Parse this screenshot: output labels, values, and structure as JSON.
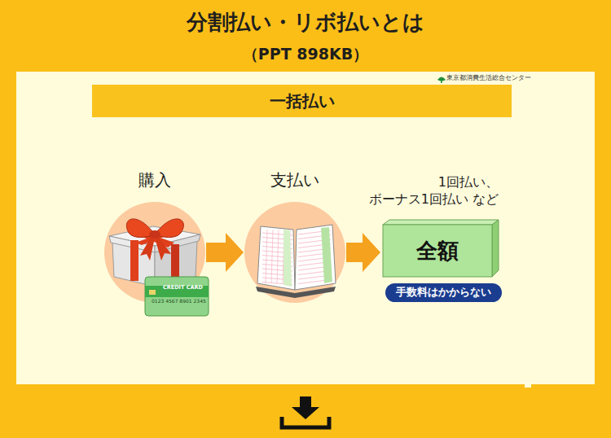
{
  "diagram": {
    "title": "分割払い・リボ払いとは",
    "nodes": [
      {
        "text": [
          "一括払い"
        ]
      },
      {
        "text": [
          "購入"
        ]
      },
      {
        "text": [
          "支払い"
        ]
      },
      {
        "text": [
          "1回払い、 ボーナス1回払い など",
          "全額"
        ]
      },
      {
        "text": [
          "手数料はかからない"
        ]
      }
    ],
    "edges": [
      {
        "from": 1,
        "to": 2,
        "arrow": "to"
      },
      {
        "from": 2,
        "to": 3,
        "arrow": "to"
      }
    ],
    "labels": [
      "（PPT 898KB）",
      "東京都消費生活総合センター",
      "CREDIT CARD",
      "0123 4567 8901 2345"
    ]
  }
}
